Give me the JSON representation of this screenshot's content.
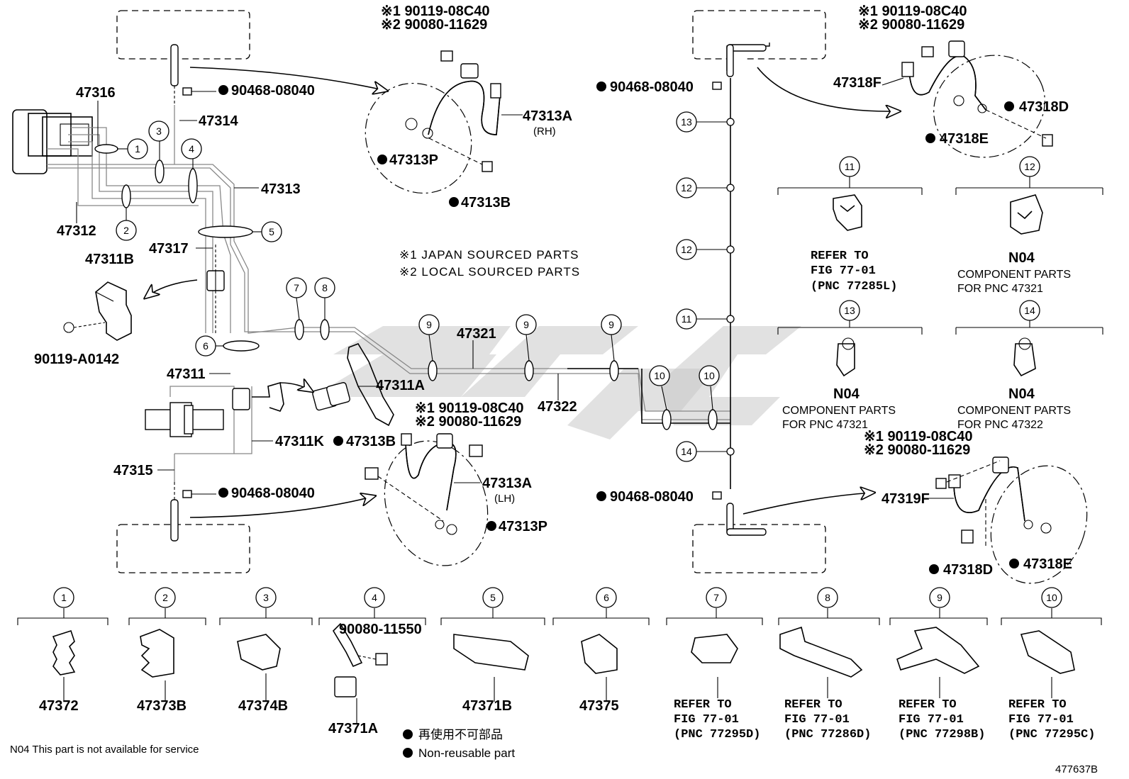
{
  "labels": {
    "p47316": "47316",
    "p47314": "47314",
    "p47313": "47313",
    "p47312": "47312",
    "p47317": "47317",
    "p47311B": "47311B",
    "p90119A0142": "90119-A0142",
    "p47311": "47311",
    "p47311A": "47311A",
    "p47311K": "47311K",
    "p47315": "47315",
    "p47321": "47321",
    "p47322": "47322",
    "p90468_top": "90468-08040",
    "p90468_bot": "90468-08040",
    "p90468_rtop": "90468-08040",
    "p90468_rbot": "90468-08040",
    "rh_n1": "※1 90119-08C40",
    "rh_n2": "※2 90080-11629",
    "p47313A_rh": "47313A",
    "rh": "(RH)",
    "p47313P_rh": "47313P",
    "p47313B_rh": "47313B",
    "lh_n1": "※1 90119-08C40",
    "lh_n2": "※2 90080-11629",
    "p47313B_lh": "47313B",
    "p47313A_lh": "47313A",
    "lh": "(LH)",
    "p47313P_lh": "47313P",
    "rf_n1": "※1 90119-08C40",
    "rf_n2": "※2 90080-11629",
    "p47318F": "47318F",
    "p47318D_top": "47318D",
    "p47318E_top": "47318E",
    "rr_n1": "※1 90119-08C40",
    "rr_n2": "※2 90080-11629",
    "p47319F": "47319F",
    "p47318D_bot": "47318D",
    "p47318E_bot": "47318E",
    "japan": "※1 JAPAN SOURCED PARTS",
    "local": "※2 LOCAL SOURCED PARTS",
    "c11_ref1": "REFER TO",
    "c11_ref2": "FIG 77-01",
    "c11_ref3": "(PNC 77285L)",
    "c12_n04": "N04",
    "c12_l1": "COMPONENT PARTS",
    "c12_l2": "FOR PNC 47321",
    "c13_n04": "N04",
    "c13_l1": "COMPONENT PARTS",
    "c13_l2": "FOR PNC 47321",
    "c14_n04": "N04",
    "c14_l1": "COMPONENT PARTS",
    "c14_l2": "FOR PNC 47322",
    "b1": "47372",
    "b2": "47373B",
    "b3": "47374B",
    "b4a": "90080-11550",
    "b4b": "47371A",
    "b5": "47371B",
    "b6": "47375",
    "b7_1": "REFER TO",
    "b7_2": "FIG 77-01",
    "b7_3": "(PNC 77295D)",
    "b8_1": "REFER TO",
    "b8_2": "FIG 77-01",
    "b8_3": "(PNC 77286D)",
    "b9_1": "REFER TO",
    "b9_2": "FIG 77-01",
    "b9_3": "(PNC 77298B)",
    "b10_1": "REFER TO",
    "b10_2": "FIG 77-01",
    "b10_3": "(PNC 77295C)",
    "legend_jp": "再使用不可部品",
    "legend_en": "Non-reusable part",
    "footer_note": "N04 This part is not available for service",
    "figure_id": "477637B"
  },
  "circle_numbers": [
    "1",
    "2",
    "3",
    "4",
    "5",
    "6",
    "7",
    "8",
    "9",
    "10",
    "11",
    "12",
    "13",
    "14"
  ]
}
